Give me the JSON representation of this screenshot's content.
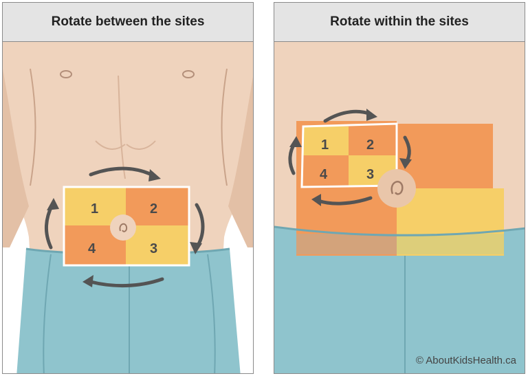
{
  "left_panel": {
    "title": "Rotate between the sites",
    "sites": [
      "1",
      "2",
      "3",
      "4"
    ]
  },
  "right_panel": {
    "title": "Rotate within the sites",
    "sites": [
      "1",
      "2",
      "3",
      "4"
    ]
  },
  "credit": "© AboutKidsHealth.ca",
  "colors": {
    "skin": "#efd3bd",
    "skin_shadow": "#e3c0a6",
    "jeans": "#8fc4cd",
    "jeans_dark": "#6fa7b2",
    "site_yellow": "#f6cf68",
    "site_orange": "#f29a5a",
    "arrow": "#545454",
    "title_bar": "#e4e4e4"
  }
}
